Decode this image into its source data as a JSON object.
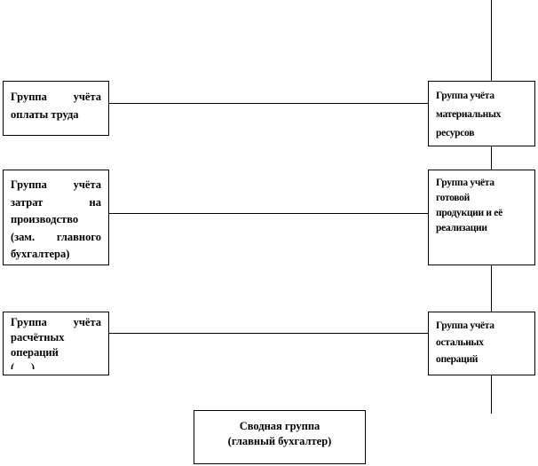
{
  "diagram": {
    "left_groups": [
      {
        "lines": [
          "Группа учёта",
          "оплаты труда"
        ]
      },
      {
        "lines": [
          "Группа учёта",
          "затрат на",
          "производство",
          "(зам. главного",
          "бухгалтера)"
        ]
      },
      {
        "lines": [
          "Группа учёта",
          "расчётных",
          "операций",
          "(......)"
        ]
      }
    ],
    "right_groups": [
      {
        "lines": [
          "Группа учёта",
          "материальных",
          "ресурсов"
        ]
      },
      {
        "lines": [
          "Группа учёта",
          "готовой",
          "продукции и её",
          "реализации"
        ]
      },
      {
        "lines": [
          "Группа учёта",
          "остальных",
          "операций"
        ]
      }
    ],
    "summary": {
      "lines": [
        "Сводная группа",
        "(главный бухгалтер)"
      ]
    }
  }
}
